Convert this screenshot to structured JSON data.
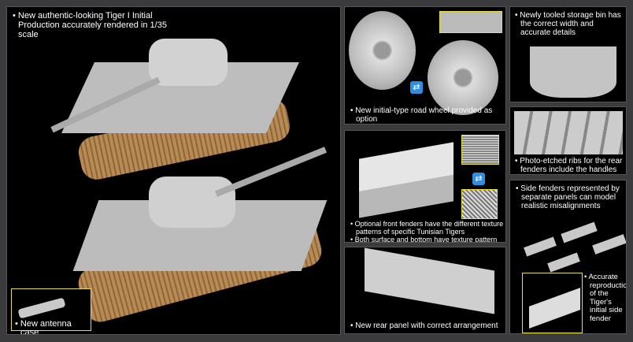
{
  "main": {
    "caption": [
      "New authentic-looking Tiger I Initial Production accurately rendered in 1/35 scale"
    ],
    "inset_caption": "New antenna case"
  },
  "road_wheel": {
    "caption": [
      "New initial-type road wheel provided as option"
    ]
  },
  "front_fenders": {
    "caption": [
      "Optional front fenders have the different texture patterns of specific Tunisian Tigers",
      "Both surface and bottom have texture pattern"
    ]
  },
  "rear_panel": {
    "caption": [
      "New rear panel with correct arrangement"
    ]
  },
  "storage_bin": {
    "caption": [
      "Newly tooled storage bin has the correct width and accurate details"
    ]
  },
  "ribs": {
    "caption": [
      "Photo-etched ribs for the rear fenders include the handles"
    ]
  },
  "side_fenders": {
    "caption": [
      "Side fenders represented by separate panels can model realistic misalignments"
    ],
    "detail_caption": "Accurate reproduction of the Tiger's initial side fender"
  },
  "icons": {
    "swap": "swap-arrows-icon"
  },
  "colors": {
    "highlight": "#e8e040",
    "swap_icon": "#2e8ee0"
  }
}
